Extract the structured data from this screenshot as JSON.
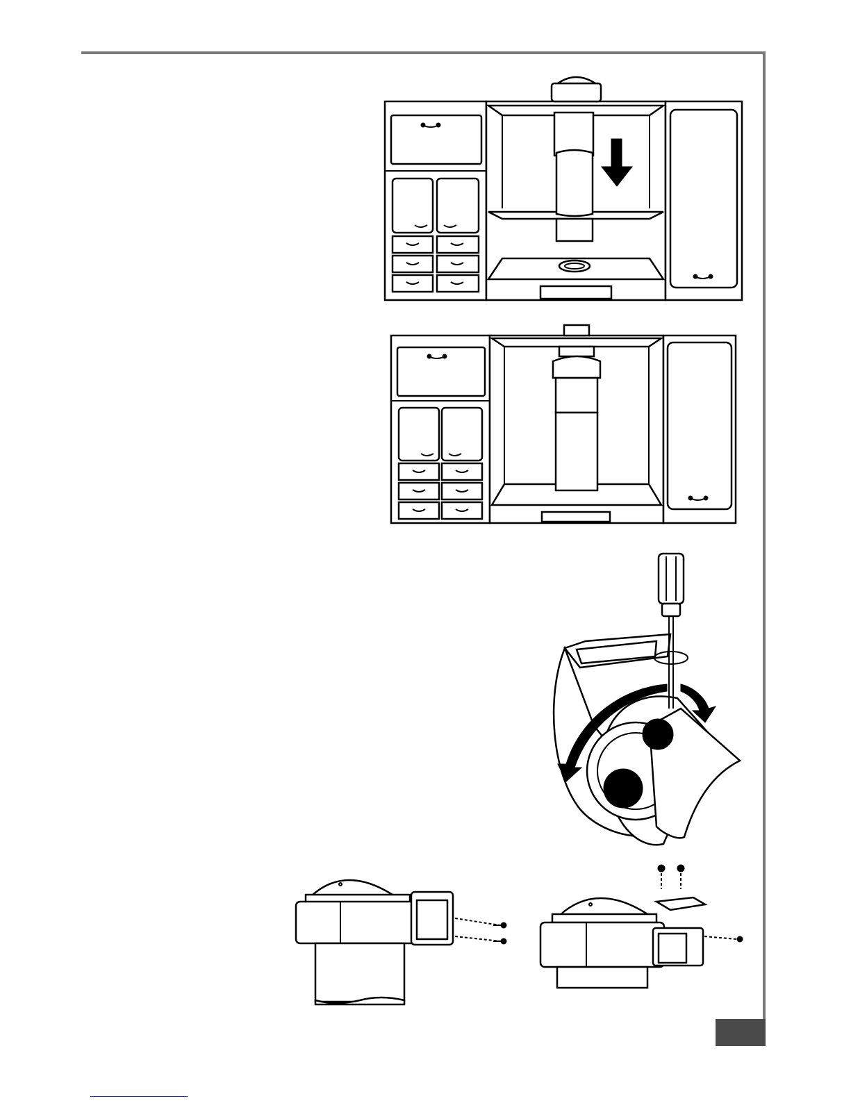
{
  "page": {
    "accent_color": "#7a7a7a",
    "tab_color": "#4a4a4a",
    "link_color": "#1a2bd8"
  },
  "figures": [
    {
      "name": "figure-1",
      "icons": [
        "down-arrow-icon",
        "cabinet-icon",
        "hood-icon"
      ]
    },
    {
      "name": "figure-2",
      "icons": [
        "cabinet-icon",
        "hood-icon"
      ]
    },
    {
      "name": "figure-3",
      "icons": [
        "screwdriver-icon",
        "rotate-arrow-icon",
        "motor-housing-icon"
      ]
    },
    {
      "name": "figure-4",
      "icons": [
        "motor-icon",
        "screw-icon",
        "junction-box-icon"
      ]
    }
  ]
}
